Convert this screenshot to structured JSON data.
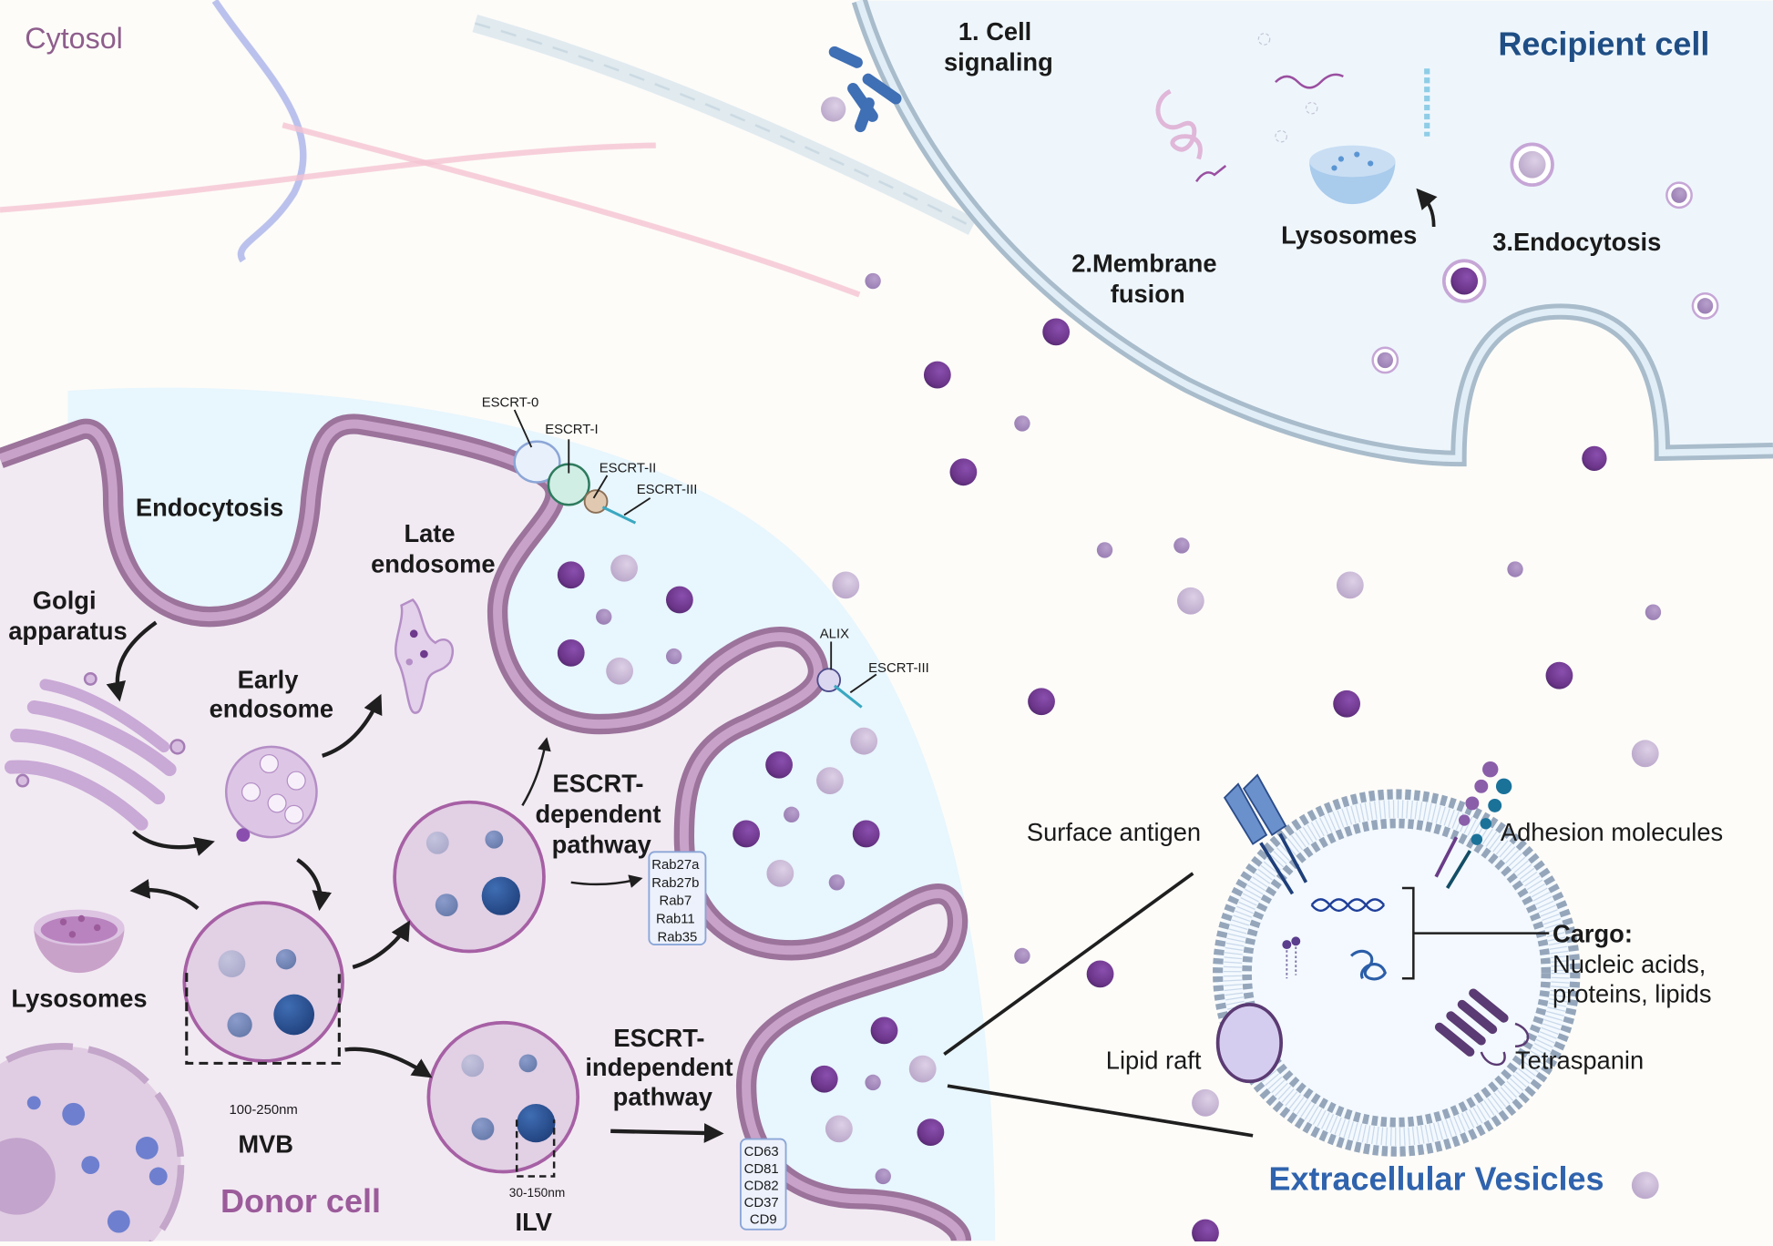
{
  "regions": {
    "cytosol": "Cytosol",
    "recipient_cell": "Recipient cell",
    "donor_cell": "Donor cell",
    "extracellular_vesicles": "Extracellular Vesicles"
  },
  "uptake_routes": {
    "cell_signaling": [
      "1. Cell",
      "signaling"
    ],
    "membrane_fusion": [
      "2.Membrane",
      "fusion"
    ],
    "endocytosis": "3.Endocytosis",
    "recipient_lysosomes": "Lysosomes"
  },
  "donor_labels": {
    "endocytosis": "Endocytosis",
    "golgi": [
      "Golgi",
      "apparatus"
    ],
    "early_endosome": [
      "Early",
      "endosome"
    ],
    "late_endosome": [
      "Late",
      "endosome"
    ],
    "lysosomes": "Lysosomes",
    "mvb": "MVB",
    "mvb_size": "100-250nm",
    "ilv": "ILV",
    "ilv_size": "30-150nm",
    "escrt_dependent": [
      "ESCRT-",
      "dependent",
      "pathway"
    ],
    "escrt_independent": [
      "ESCRT-",
      "independent",
      "pathway"
    ]
  },
  "escrt_complex": {
    "escrt0": "ESCRT-0",
    "escrt1": "ESCRT-I",
    "escrt2": "ESCRT-II",
    "escrt3": "ESCRT-III",
    "alix": "ALIX",
    "alix_escrt3": "ESCRT-III"
  },
  "rab_box": [
    "Rab27a",
    "Rab27b",
    "Rab7",
    "Rab11",
    "Rab35"
  ],
  "cd_box": [
    "CD63",
    "CD81",
    "CD82",
    "CD37",
    "CD9"
  ],
  "ev_structure": {
    "surface_antigen": "Surface antigen",
    "adhesion_molecules": "Adhesion molecules",
    "cargo_title": "Cargo:",
    "cargo_lines": [
      "Nucleic acids,",
      "proteins, lipids"
    ],
    "lipid_raft": "Lipid raft",
    "tetraspanin": "Tetraspanin"
  },
  "colors": {
    "background": "#fdfcf9",
    "cytosol_text": "#8e5e8c",
    "recipient_title": "#1f4e85",
    "donor_title": "#9b5b9a",
    "ev_title": "#2f63ad",
    "membrane_dark": "#9b739b",
    "membrane_light": "#c9a2c9",
    "donor_fill": "#f2eaf3",
    "extracellular_fill": "#e8f6fd",
    "recipient_fill": "#eef6fc",
    "recipient_membrane": "#a9bccb",
    "vesicle_dark": "#6e3a8c",
    "vesicle_light": "#c7b5d3",
    "ilv_blue": "#2c5597"
  }
}
